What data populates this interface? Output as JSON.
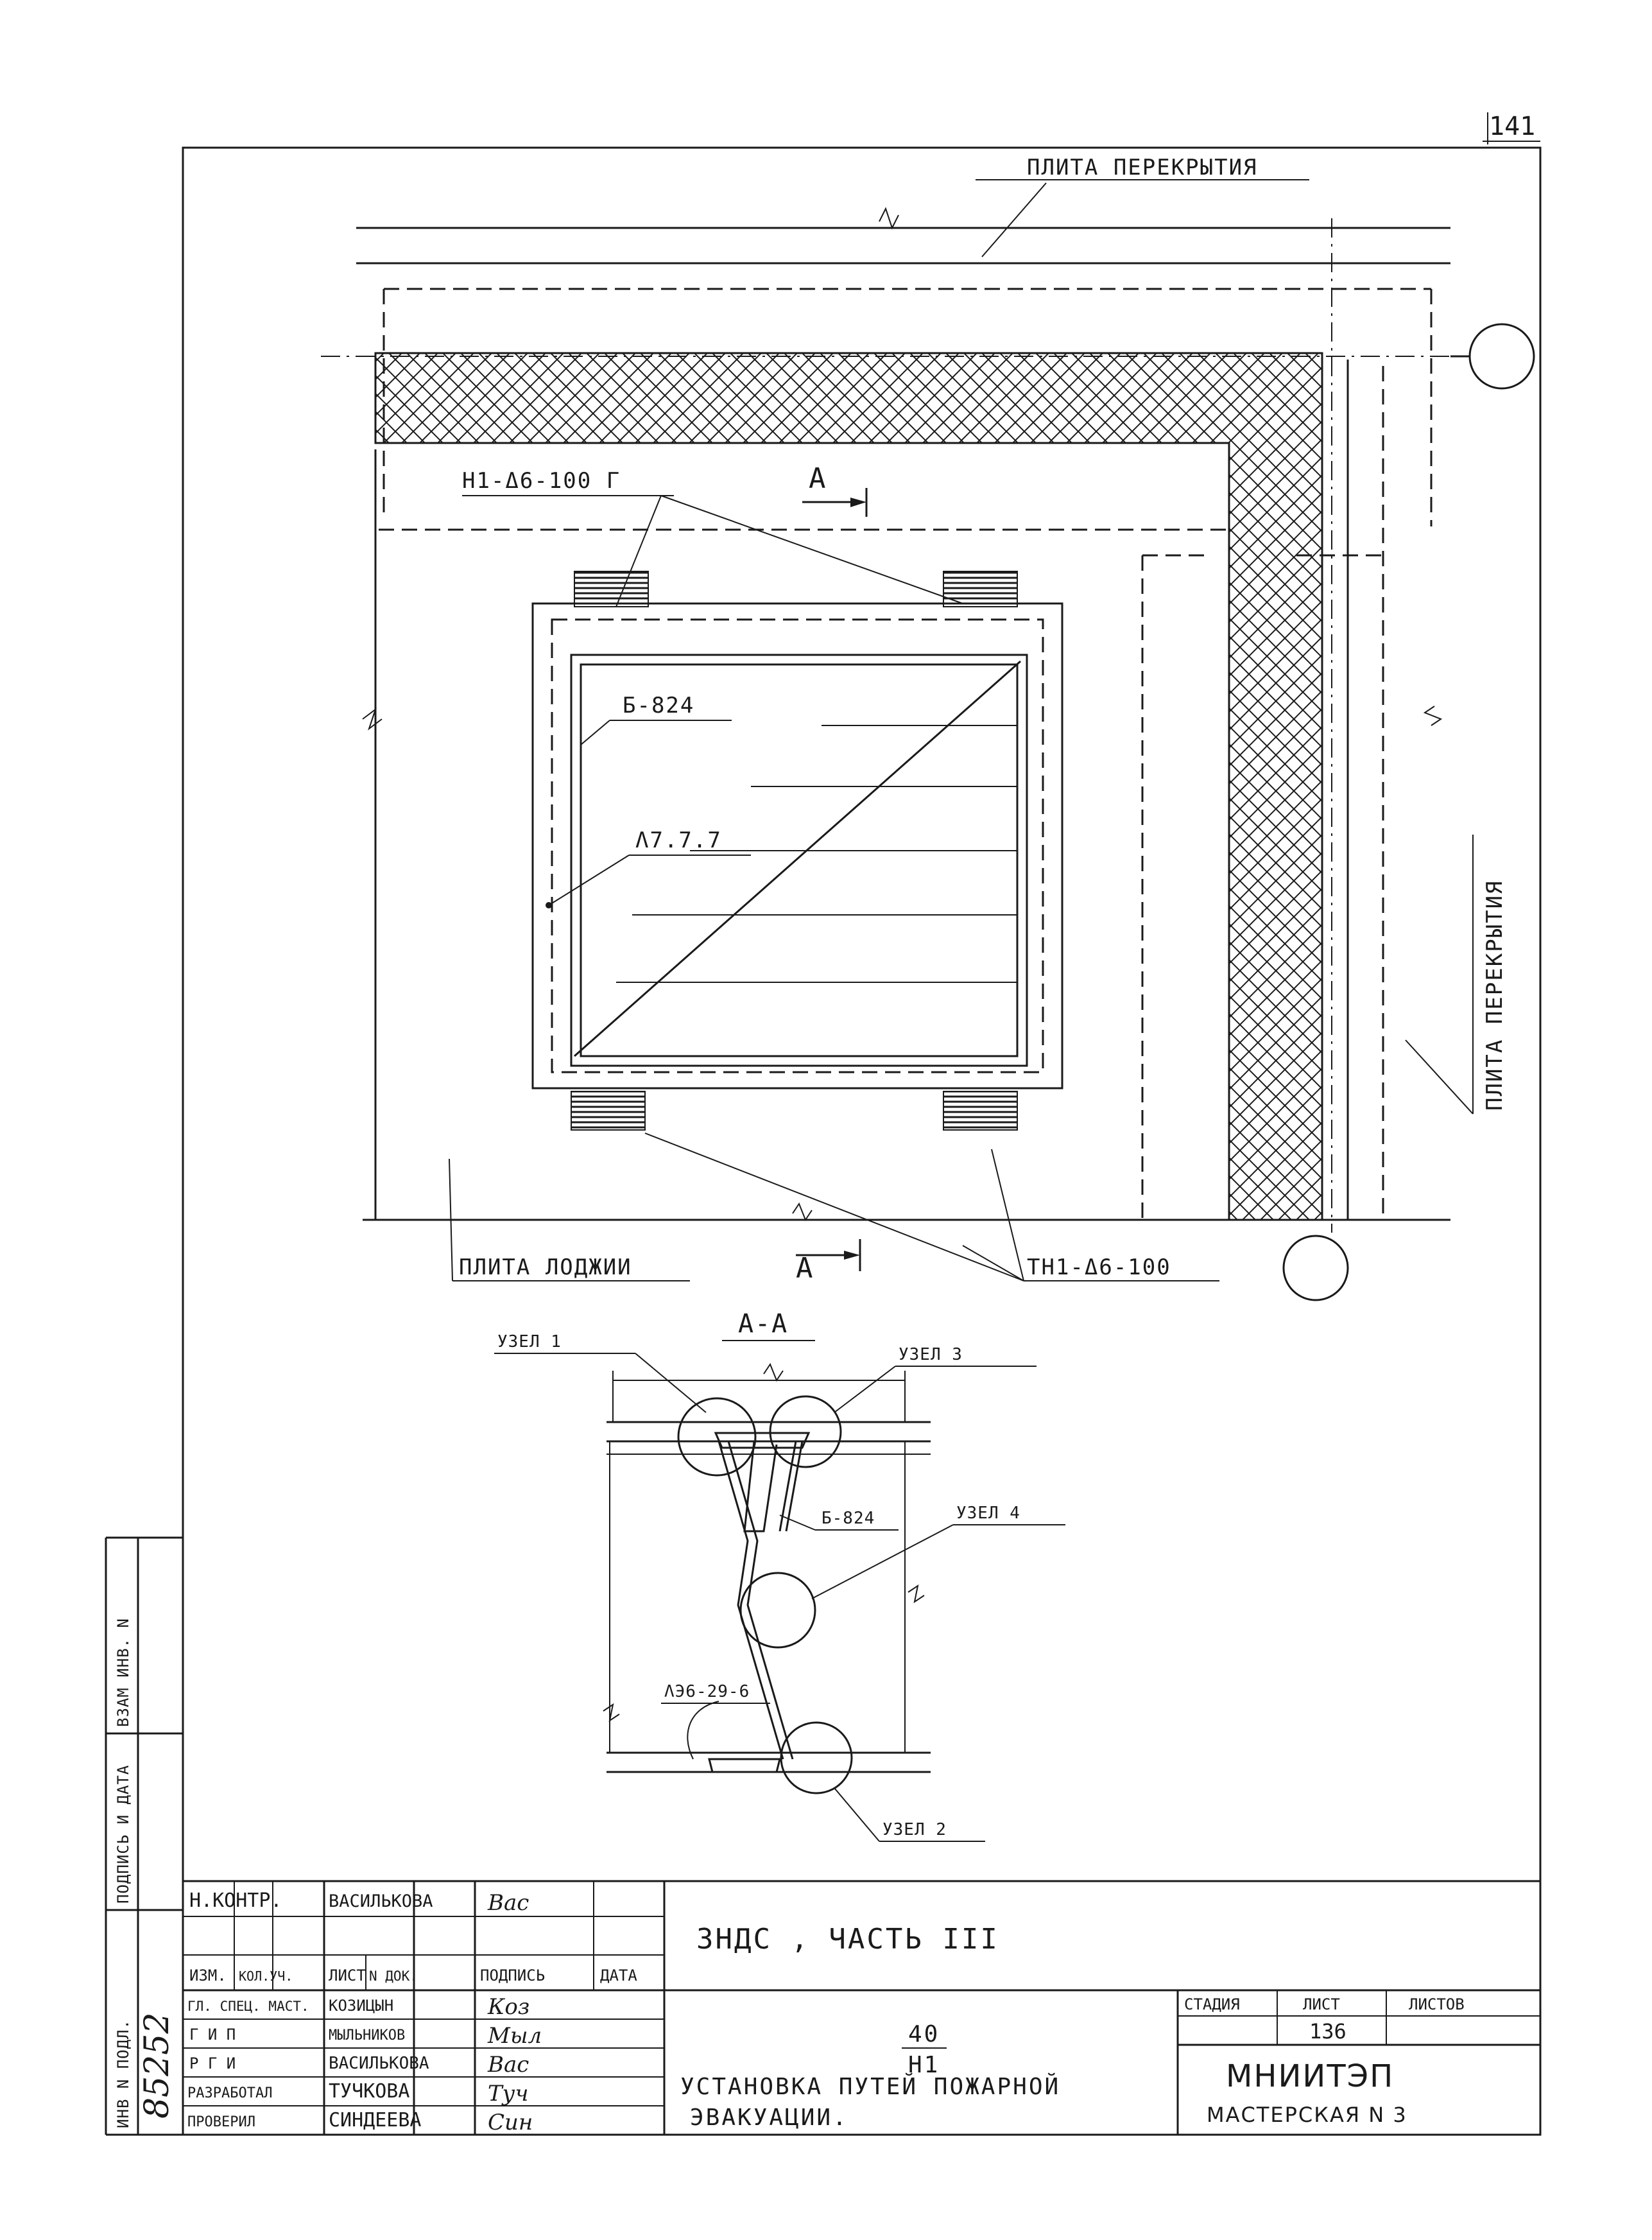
{
  "page_number": "141",
  "plan": {
    "label_slab_top": "ПЛИТА ПЕРЕКРЫТИЯ",
    "label_slab_right": "ПЛИТА ПЕРЕКРЫТИЯ",
    "label_loggia": "ПЛИТА ЛОДЖИИ",
    "label_n1_top": "Н1-Δ6-100 Г",
    "label_n1_bottom": "ТН1-Δ6-100",
    "label_b824": "Б-824",
    "label_l777": "Λ7.7.7",
    "section_mark_top": "А",
    "section_mark_bottom": "А"
  },
  "section": {
    "title": "А-А",
    "node1": "УЗЕЛ 1",
    "node2": "УЗЕЛ 2",
    "node3": "УЗЕЛ 3",
    "node4": "УЗЕЛ 4",
    "label_b824": "Б-824",
    "label_ladder": "ΛЭ6-29-6"
  },
  "side_stamp": {
    "vzam": "ВЗАМ ИНВ. N",
    "podpis_data": "ПОДПИСЬ И ДАТА",
    "inv_podl": "ИНВ N ПОДЛ.",
    "inv_number": "85252"
  },
  "title_block": {
    "project": "ЗНДС , ЧАСТЬ III",
    "header_izm": "ИЗМ.",
    "header_kol": "КОЛ.УЧ.",
    "header_list": "ЛИСТ",
    "header_ndok": "N ДОК.",
    "header_podpis": "ПОДПИСЬ",
    "header_data": "ДАТА",
    "rows": [
      {
        "role": "Н.КОНТР.",
        "name": "ВАСИЛЬКОВА",
        "sig": "Вас"
      },
      {
        "role": "ГЛ. СПЕЦ. МАСТ.",
        "name": "КОЗИЦЫН",
        "sig": "Коз"
      },
      {
        "role": "Г И П",
        "name": "МЫЛЬНИКОВ",
        "sig": "Мыл"
      },
      {
        "role": "Р Г И",
        "name": "ВАСИЛЬКОВА",
        "sig": "Вас"
      },
      {
        "role": "РАЗРАБОТАЛ",
        "name": "ТУЧКОВА",
        "sig": "Туч"
      },
      {
        "role": "ПРОВЕРИЛ",
        "name": "СИНДЕЕВА",
        "sig": "Син"
      }
    ],
    "code_top": "40",
    "code_bottom": "Н1",
    "title_line1": "УСТАНОВКА ПУТЕЙ ПОЖАРНОЙ",
    "title_line2": "ЭВАКУАЦИИ.",
    "stage_label": "СТАДИЯ",
    "sheet_label": "ЛИСТ",
    "sheets_label": "ЛИСТОВ",
    "stage_value": "",
    "sheet_value": "136",
    "sheets_value": "",
    "org": "МНИИТЭП",
    "workshop": "МАСТЕРСКАЯ N 3"
  }
}
